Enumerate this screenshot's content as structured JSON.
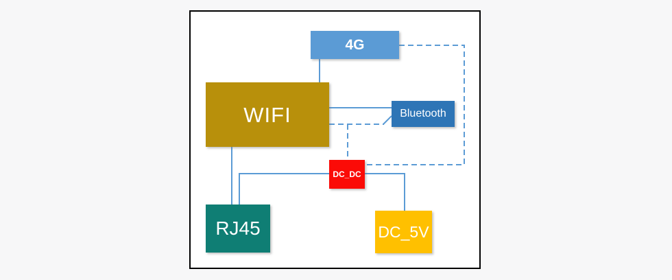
{
  "diagram": {
    "title": "device-block-diagram",
    "nodes": [
      {
        "id": "4g",
        "label": "4G",
        "color": "#5B9BD5",
        "text_color": "#FFFFFF"
      },
      {
        "id": "wifi",
        "label": "WIFI",
        "color": "#B8900B",
        "text_color": "#FFFFFF"
      },
      {
        "id": "bluetooth",
        "label": "Bluetooth",
        "color": "#2E75B6",
        "text_color": "#FFFFFF"
      },
      {
        "id": "dc_dc",
        "label": "DC_DC",
        "color": "#FB0B07",
        "text_color": "#FFFFFF"
      },
      {
        "id": "rj45",
        "label": "RJ45",
        "color": "#0F7E74",
        "text_color": "#FFFFFF"
      },
      {
        "id": "dc_5v",
        "label": "DC_5V",
        "color": "#FFC000",
        "text_color": "#FFFFFF"
      }
    ],
    "connections": [
      {
        "from": "4g",
        "to": "wifi",
        "style": "solid"
      },
      {
        "from": "wifi",
        "to": "bluetooth",
        "style": "solid"
      },
      {
        "from": "wifi",
        "to": "rj45",
        "style": "solid"
      },
      {
        "from": "dc_dc",
        "to": "rj45",
        "style": "solid"
      },
      {
        "from": "dc_dc",
        "to": "dc_5v",
        "style": "solid"
      },
      {
        "from": "4g",
        "to": "dc_dc",
        "style": "dashed"
      },
      {
        "from": "wifi",
        "to": "bluetooth",
        "style": "dashed"
      },
      {
        "from": "wifi",
        "to": "dc_dc",
        "style": "dashed"
      }
    ],
    "colors": {
      "connector": "#5B9BD5",
      "frame_border": "#000000",
      "frame_fill": "#FFFFFF",
      "page_background": "#F7F7F8"
    }
  }
}
